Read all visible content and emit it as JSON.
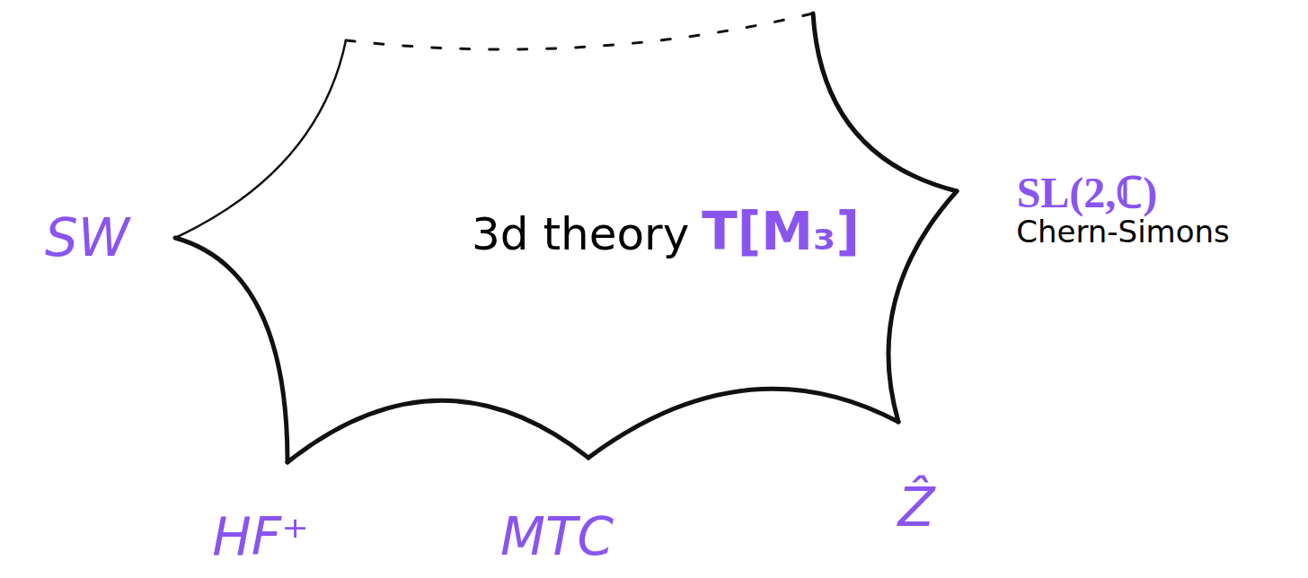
{
  "diagram": {
    "nodes": [
      {
        "text": [
          "3d theory",
          "T[M₃]"
        ]
      }
    ],
    "labels": [
      "SW",
      "HF⁺",
      "MTC",
      "Ẑ",
      "SL(2,ℂ)",
      "Chern-Simons"
    ]
  }
}
